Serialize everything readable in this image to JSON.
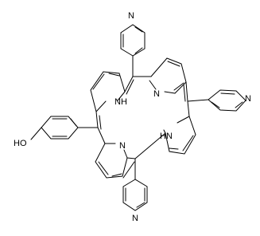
{
  "molecule": {
    "labels": {
      "n_top_pyridine": "N",
      "n_right_pyridine": "N",
      "n_bottom_pyridine": "N",
      "n_pyrrole_ne": "N",
      "nh_pyrrole_nw": "NH",
      "hn_pyrrole_se": "HN",
      "n_pyrrole_sw": "N",
      "hydroxyl": "HO"
    }
  }
}
